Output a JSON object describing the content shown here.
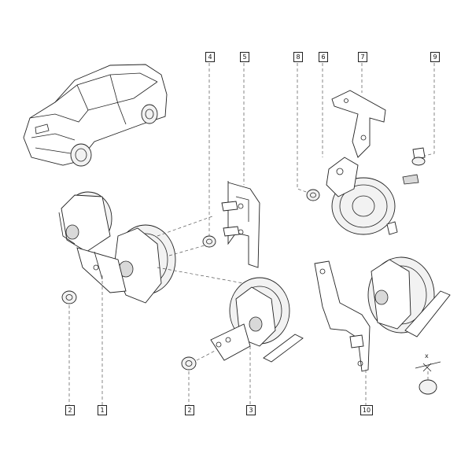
{
  "callouts": [
    {
      "id": "c1",
      "text": "1"
    },
    {
      "id": "c2a",
      "text": "2"
    },
    {
      "id": "c2b",
      "text": "2"
    },
    {
      "id": "c3",
      "text": "3"
    },
    {
      "id": "c4",
      "text": "4"
    },
    {
      "id": "c5",
      "text": "5"
    },
    {
      "id": "c6",
      "text": "6"
    },
    {
      "id": "c7",
      "text": "7"
    },
    {
      "id": "c8",
      "text": "8"
    },
    {
      "id": "c9",
      "text": "9"
    },
    {
      "id": "c10",
      "text": "10"
    }
  ],
  "symbols": {
    "torque_mark": "x"
  },
  "colors": {
    "line": "#222222",
    "background": "#ffffff"
  }
}
